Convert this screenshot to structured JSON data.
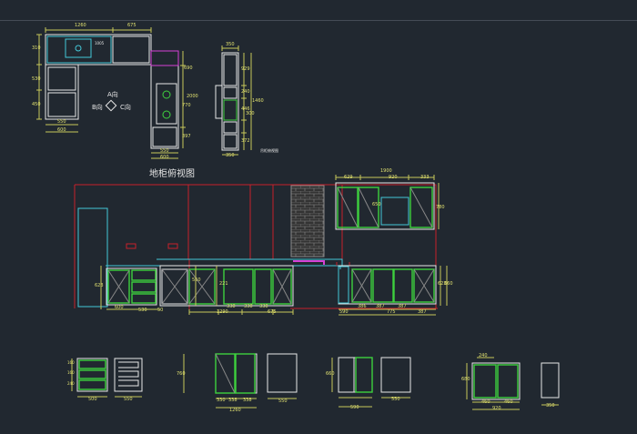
{
  "texts": {
    "plan_title": "地柜俯视图",
    "view_a": "A向",
    "view_b": "B向",
    "view_c": "C向",
    "side_note": "吊柜俯视图"
  },
  "dims": {
    "plan_top_1": "1260",
    "plan_top_2": "675",
    "plan_left_1": "310",
    "plan_left_2": "530",
    "plan_left_3": "450",
    "plan_bottom_1": "550",
    "plan_bottom_2": "600",
    "plan_inner": "1005",
    "plan_right_1": "690",
    "plan_right_2": "2000",
    "plan_right_3": "770",
    "plan_right_4": "397",
    "plan_right_b1": "550",
    "plan_right_b2": "600",
    "col_top": "350",
    "col_r1": "929",
    "col_r2": "240",
    "col_r3": "446",
    "col_r4": "300",
    "col_r5": "372",
    "col_r6": "1460",
    "col_bottom": "350",
    "wall_top": "1900",
    "wall_top_a": "629",
    "wall_top_b": "920",
    "wall_top_c": "333",
    "wall_inner": "650",
    "wall_right": "780",
    "base_left_h": "623",
    "base_b1": "600",
    "base_b2": "530",
    "base_b3": "50",
    "base_mid_h": "560",
    "base_mid_h2": "221",
    "base_m1": "1290",
    "base_m2": "338",
    "base_m3": "338",
    "base_m4": "338",
    "base_m5": "675",
    "base_r1": "590",
    "base_r2": "386",
    "base_r3": "387",
    "base_r4": "387",
    "base_r5": "775",
    "base_r6": "387",
    "base_right_h": "623",
    "base_right_h2": "660",
    "d1_w": "500",
    "d1_w2": "550",
    "d1_h1": "160",
    "d1_h2": "160",
    "d1_h3": "240",
    "d2_h": "760",
    "d2_w1": "330",
    "d2_w2": "338",
    "d2_w3": "338",
    "d2_total": "1260",
    "d2_side": "550",
    "d3_h": "660",
    "d3_w": "590",
    "d3_side": "550",
    "d4_top": "240",
    "d4_h": "680",
    "d4_w1": "460",
    "d4_w2": "460",
    "d4_total": "920",
    "d4_side": "350"
  },
  "colors": {
    "background": "#212830",
    "outline": "#e8e8e8",
    "door": "#3ed13e",
    "cyan": "#44c8d8",
    "magenta": "#d640d6",
    "red": "#c8202a",
    "dimension": "#c8c85a",
    "brick": "#7a7a7a"
  }
}
